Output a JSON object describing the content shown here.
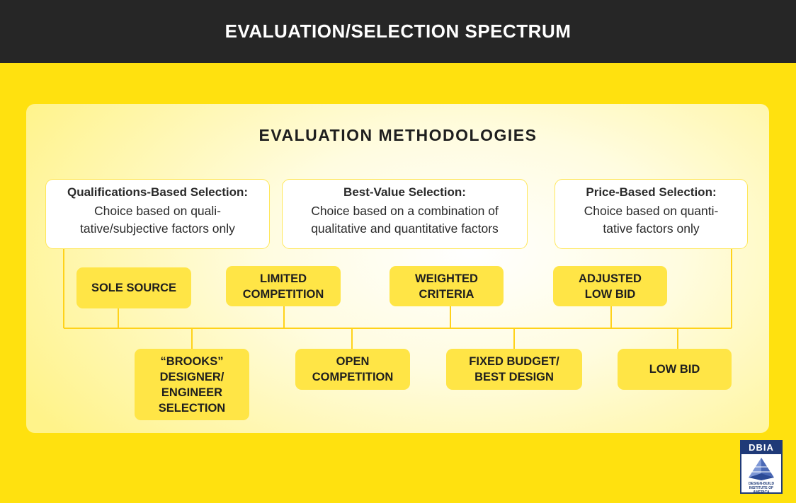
{
  "header": {
    "title": "EVALUATION/SELECTION SPECTRUM"
  },
  "panel": {
    "title": "EVALUATION METHODOLOGIES"
  },
  "methodologies": [
    {
      "title": "Qualifications-Based Selection:",
      "description": "Choice based on quali-\ntative/subjective factors only"
    },
    {
      "title": "Best-Value Selection:",
      "description": "Choice based on a combination of\nqualitative and quantitative factors"
    },
    {
      "title": "Price-Based Selection:",
      "description": "Choice based on quanti-\ntative factors only"
    }
  ],
  "upper_methods": [
    {
      "label": "SOLE SOURCE"
    },
    {
      "label": "LIMITED\nCOMPETITION"
    },
    {
      "label": "WEIGHTED\nCRITERIA"
    },
    {
      "label": "ADJUSTED\nLOW BID"
    }
  ],
  "lower_methods": [
    {
      "label": "“BROOKS”\nDESIGNER/\nENGINEER\nSELECTION"
    },
    {
      "label": "OPEN\nCOMPETITION"
    },
    {
      "label": "FIXED BUDGET/\nBEST DESIGN"
    },
    {
      "label": "LOW BID"
    }
  ],
  "logo": {
    "brand": "DBIA",
    "sub_line1": "DESIGN-BUILD",
    "sub_line2": "INSTITUTE OF AMERICA"
  },
  "colors": {
    "background": "#FFE10F",
    "header": "#262626",
    "pill": "#FFE546",
    "connector": "#FFD21A",
    "logo_blue": "#1F3A78"
  }
}
